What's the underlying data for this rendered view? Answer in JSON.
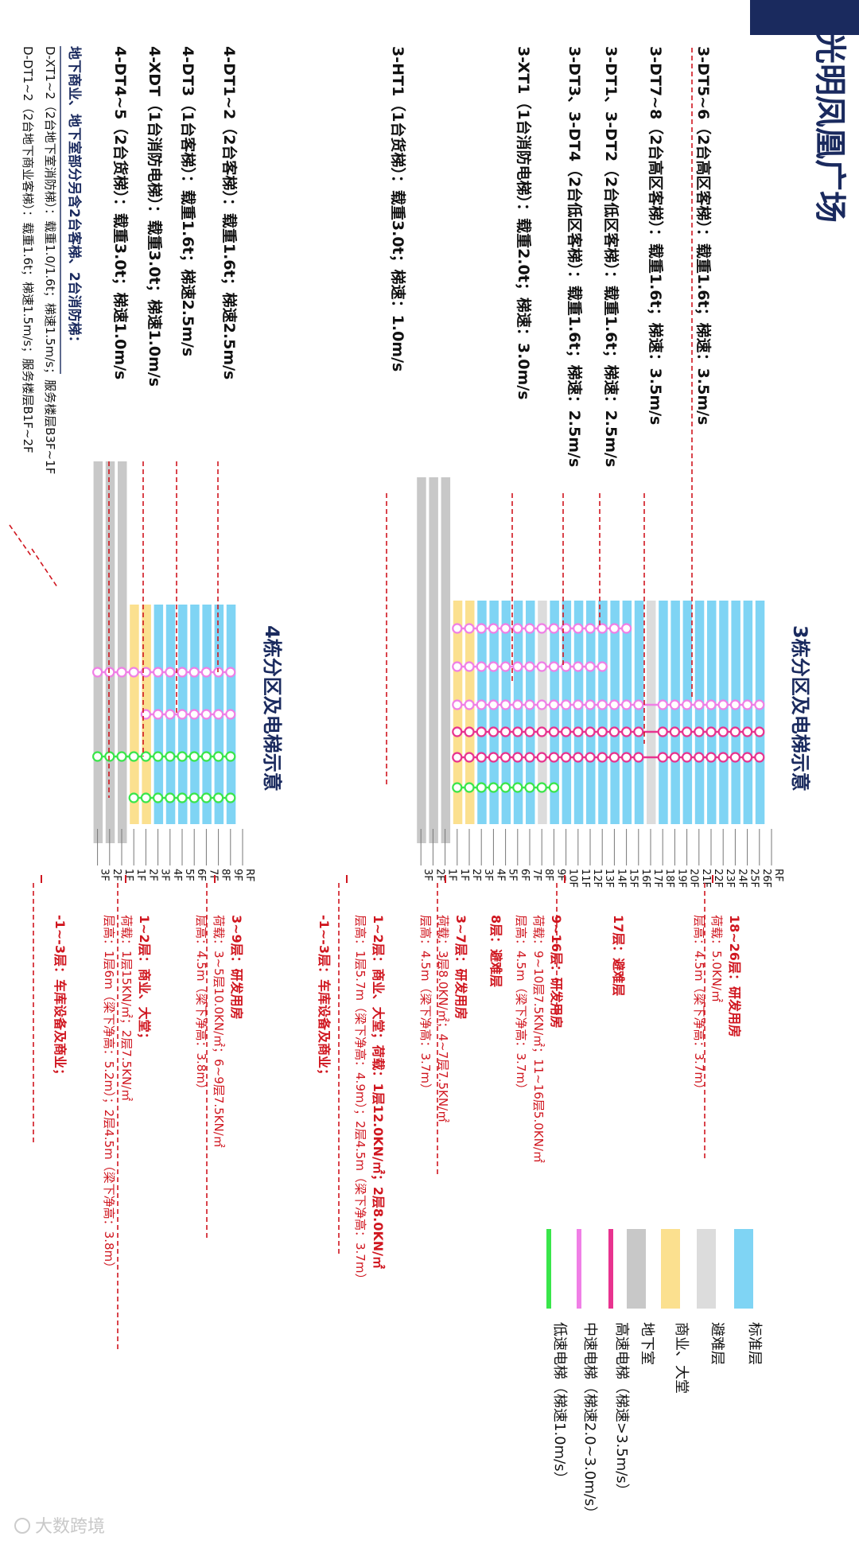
{
  "title": "光明凤凰广场",
  "colors": {
    "standard": "#7fd4f4",
    "refuge": "#dcdcdc",
    "commercial": "#fbe08f",
    "basement": "#c8c8c8",
    "high_speed": "#e8338f",
    "mid_speed": "#f07fe6",
    "low_speed": "#39e64a",
    "red_text": "#d0161f",
    "title_navy": "#1a2a5e",
    "dashed": "#d0161f"
  },
  "building3": {
    "title": "3栋分区及电梯示意",
    "floors": [
      "3F",
      "2F",
      "1F",
      "1F",
      "2F",
      "3F",
      "4F",
      "5F",
      "6F",
      "7F",
      "8F",
      "9F",
      "10F",
      "11F",
      "12F",
      "13F",
      "14F",
      "15F",
      "16F",
      "17F",
      "18F",
      "19F",
      "20F",
      "21F",
      "22F",
      "23F",
      "24F",
      "25F",
      "26F",
      "RF"
    ],
    "elevators": [
      {
        "code": "3-DT5~6",
        "name": "（2台高区客梯）",
        "spec": "：载重1.6t；梯速：3.5m/s"
      },
      {
        "code": "3-DT7~8",
        "name": "（2台高区客梯）",
        "spec": "：载重1.6t；梯速：3.5m/s"
      },
      {
        "code": "3-DT1、3-DT2",
        "name": "（2台低区客梯）",
        "spec": "：载重1.6t；梯速：2.5m/s"
      },
      {
        "code": "3-DT3、3-DT4",
        "name": "（2台低区客梯）",
        "spec": "：载重1.6t；梯速：2.5m/s"
      },
      {
        "code": "3-XT1",
        "name": "（1台消防电梯）",
        "spec": "：载重2.0t；梯速：3.0m/s"
      },
      {
        "code": "3-HT1",
        "name": "（1台货梯）",
        "spec": "：载重3.0t；梯速：1.0m/s"
      }
    ],
    "notes": [
      {
        "title": "18~26层：研发用房",
        "lines": [
          "荷载：5.0KN/㎡",
          "层高：4.5m（梁下净高：3.7m）"
        ]
      },
      {
        "title": "17层：避难层",
        "lines": []
      },
      {
        "title": "9~16层：研发用房",
        "lines": [
          "荷载：9~10层7.5KN/㎡；11~16层5.0KN/㎡",
          "层高：4.5m（梁下净高：3.7m）"
        ]
      },
      {
        "title": "8层：避难层",
        "lines": []
      },
      {
        "title": "3~7层：研发用房",
        "lines": [
          "荷载：3层8.0KN/㎡；4~7层7.5KN/㎡",
          "层高：4.5m（梁下净高：3.7m）"
        ]
      },
      {
        "title": "1~2层：商业、大堂；荷载：1层12.0KN/㎡；2层8.0KN/㎡",
        "lines": [
          "层高：1层5.7m（梁下净高：4.9m）；2层4.5m（梁下净高：3.7m）"
        ]
      },
      {
        "title": "-1~-3层：车库设备及商业；",
        "lines": []
      }
    ]
  },
  "building4": {
    "title": "4栋分区及电梯示意",
    "floors": [
      "3F",
      "2F",
      "1F",
      "1F",
      "2F",
      "3F",
      "4F",
      "5F",
      "6F",
      "7F",
      "8F",
      "9F",
      "RF"
    ],
    "elevators": [
      {
        "code": "4-DT1~2",
        "name": "（2台客梯）",
        "spec": "：载重1.6t；梯速2.5m/s"
      },
      {
        "code": "4-DT3",
        "name": "（1台客梯）",
        "spec": "：载重1.6t；梯速2.5m/s"
      },
      {
        "code": "4-XDT",
        "name": "（1台消防电梯）",
        "spec": "：载重3.0t；梯速1.0m/s"
      },
      {
        "code": "4-DT4~5",
        "name": "（2台货梯）",
        "spec": "：载重3.0t；梯速1.0m/s"
      }
    ],
    "basement_header": "地下商业、地下室部分另含2台客梯、2台消防梯：",
    "basement_elevators": [
      "D-XT1~2（2台地下室消防梯）：载重1.0/1.6t；梯速1.5m/s；服务楼层B3F~1F",
      "D-DT1~2（2台地下商业客梯）：载重1.6t；梯速1.5m/s；服务楼层B1F~2F"
    ],
    "notes": [
      {
        "title": "3~9层：研发用房",
        "lines": [
          "荷载：3~5层10.0KN/㎡；6~9层7.5KN/㎡",
          "层高：4.5m（梁下净高：3.8m）"
        ]
      },
      {
        "title": "1~2层：商业、大堂；",
        "lines": [
          "荷载：1层15KN/㎡；2层7.5KN/㎡",
          "层高：1层6m（梁下净高：5.2m）；2层4.5m（梁下净高：3.8m）"
        ]
      },
      {
        "title": "-1~-3层：车库设备及商业；",
        "lines": []
      }
    ]
  },
  "legend": [
    {
      "label": "标准层",
      "type": "standard"
    },
    {
      "label": "避难层",
      "type": "refuge"
    },
    {
      "label": "商业、大堂",
      "type": "commercial"
    },
    {
      "label": "地下室",
      "type": "basement"
    },
    {
      "label": "高速电梯（梯速>3.5m/s）",
      "type": "high_speed"
    },
    {
      "label": "中速电梯（梯速2.0~3.0m/s）",
      "type": "mid_speed"
    },
    {
      "label": "低速电梯（梯速1.0m/s）",
      "type": "low_speed"
    }
  ],
  "watermark": "大数跨境"
}
